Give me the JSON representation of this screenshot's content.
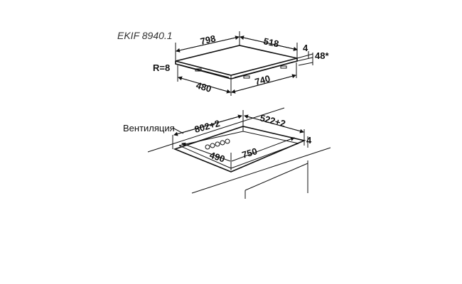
{
  "model": "EKIF 8940.1",
  "hob": {
    "width": "798",
    "depth": "518",
    "inner_width": "740",
    "inner_depth": "480",
    "thickness": "4",
    "height": "48*",
    "radius": "R=8"
  },
  "cutout": {
    "label": "Вентиляция",
    "width": "802+2",
    "depth": "522+2",
    "inner_width": "750",
    "inner_depth": "490",
    "thickness": "4"
  }
}
